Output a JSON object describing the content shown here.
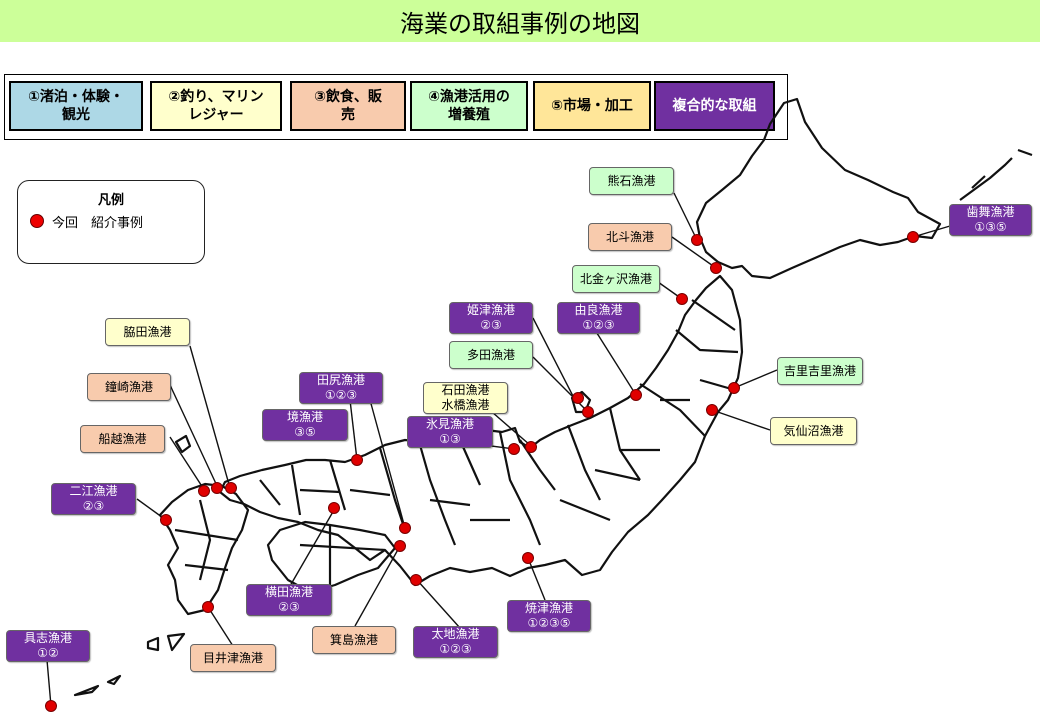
{
  "title": "海業の取組事例の地図",
  "categories": [
    {
      "label": "①渚泊・体験・観光",
      "color": "#add8e6",
      "text_color": "#000000"
    },
    {
      "label": "②釣り、マリンレジャー",
      "color": "#ffffcc",
      "text_color": "#000000"
    },
    {
      "label": "③飲食、販売",
      "color": "#f8cbad",
      "text_color": "#000000"
    },
    {
      "label": "④漁港活用の増養殖",
      "color": "#ccffcc",
      "text_color": "#000000"
    },
    {
      "label": "⑤市場・加工",
      "color": "#ffe699",
      "text_color": "#000000"
    },
    {
      "label": "複合的な取組",
      "color": "#7030a0",
      "text_color": "#ffffff"
    }
  ],
  "legend": {
    "title": "凡例",
    "item": "今回　紹介事例",
    "marker_color": "#e00000"
  },
  "ports": [
    {
      "name": "熊石漁港",
      "codes": "",
      "style": "green"
    },
    {
      "name": "北斗漁港",
      "codes": "",
      "style": "peach"
    },
    {
      "name": "北金ヶ沢漁港",
      "codes": "",
      "style": "green"
    },
    {
      "name": "歯舞漁港",
      "codes": "①③⑤",
      "style": "purple"
    },
    {
      "name": "吉里吉里漁港",
      "codes": "",
      "style": "green"
    },
    {
      "name": "気仙沼漁港",
      "codes": "",
      "style": "yellow"
    },
    {
      "name": "由良漁港",
      "codes": "①②③",
      "style": "purple"
    },
    {
      "name": "姫津漁港",
      "codes": "②③",
      "style": "purple"
    },
    {
      "name": "多田漁港",
      "codes": "",
      "style": "green"
    },
    {
      "name": "石田漁港",
      "codes": "水橋漁港",
      "style": "yellow"
    },
    {
      "name": "氷見漁港",
      "codes": "①③",
      "style": "purple"
    },
    {
      "name": "田尻漁港",
      "codes": "①②③",
      "style": "purple"
    },
    {
      "name": "境漁港",
      "codes": "③⑤",
      "style": "purple"
    },
    {
      "name": "脇田漁港",
      "codes": "",
      "style": "yellow"
    },
    {
      "name": "鐘崎漁港",
      "codes": "",
      "style": "peach"
    },
    {
      "name": "船越漁港",
      "codes": "",
      "style": "peach"
    },
    {
      "name": "二江漁港",
      "codes": "②③",
      "style": "purple"
    },
    {
      "name": "横田漁港",
      "codes": "②③",
      "style": "purple"
    },
    {
      "name": "箕島漁港",
      "codes": "",
      "style": "peach"
    },
    {
      "name": "太地漁港",
      "codes": "①②③",
      "style": "purple"
    },
    {
      "name": "焼津漁港",
      "codes": "①②③⑤",
      "style": "purple"
    },
    {
      "name": "目井津漁港",
      "codes": "",
      "style": "peach"
    },
    {
      "name": "具志漁港",
      "codes": "①②",
      "style": "purple"
    }
  ]
}
